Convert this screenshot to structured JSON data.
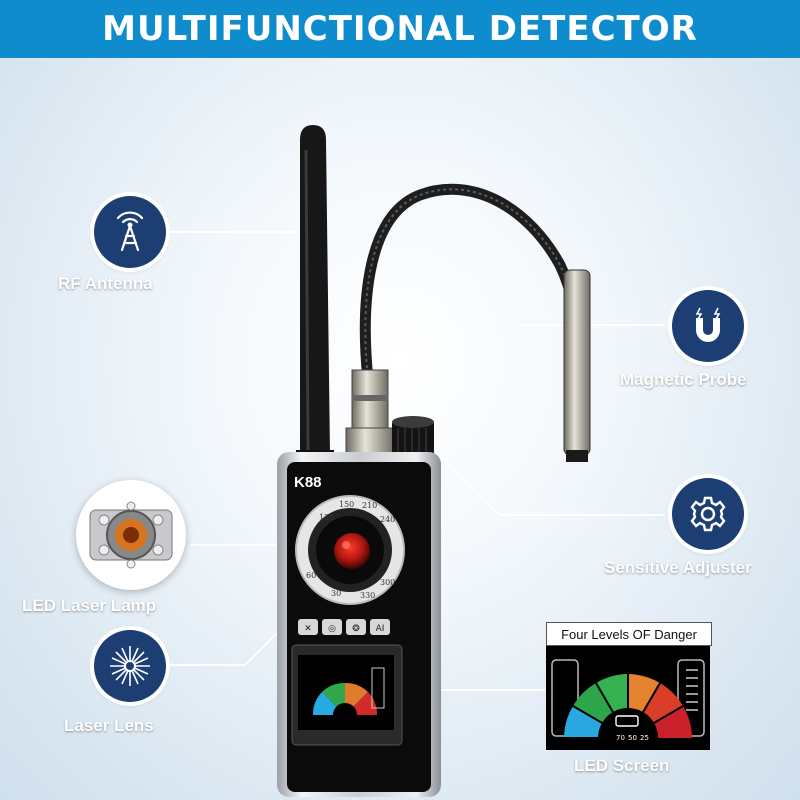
{
  "banner": {
    "title": "MULTIFUNCTIONAL DETECTOR"
  },
  "device": {
    "model": "K88",
    "dial_marks": [
      "120",
      "150",
      "210",
      "240",
      "300",
      "330",
      "30",
      "60"
    ],
    "buttons": [
      "✕",
      "◎",
      "❂",
      "AI"
    ]
  },
  "features": {
    "rf_antenna": "RF Antenna",
    "magnetic_probe": "Magnetic Probe",
    "sensitive_adjuster": "Sensitive Adjuster",
    "led_laser_lamp": "LED Laser Lamp",
    "laser_lens": "Laser Lens",
    "led_screen": "LED Screen"
  },
  "led_panel": {
    "title": "Four Levels OF Danger",
    "values": [
      "70",
      "50",
      "25"
    ]
  },
  "icons": {
    "rf": "antenna-tower-icon",
    "magnet": "magnet-icon",
    "gear": "gear-icon",
    "burst": "laser-burst-icon",
    "accent": "#0e8ccd",
    "icon_bg": "#1d3e73"
  }
}
